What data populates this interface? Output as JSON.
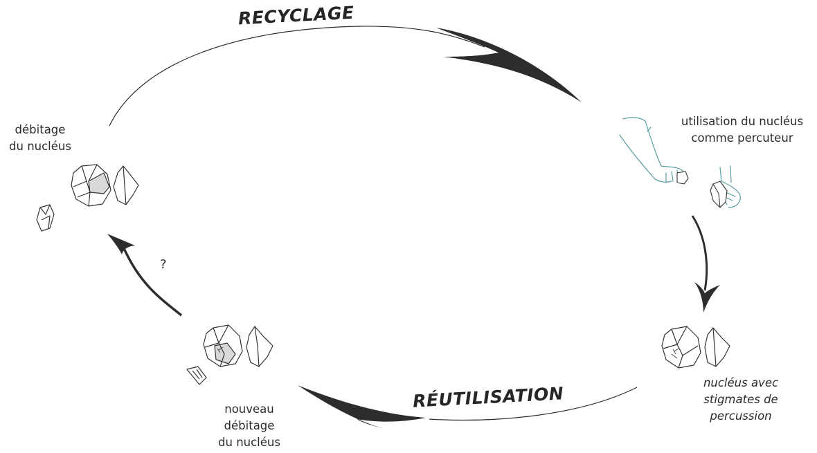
{
  "labels": {
    "recyclage": "RECYCLAGE",
    "reutilisation": "RÉUTILISATION",
    "debitage_line1": "débitage",
    "debitage_line2": "du nucléus",
    "utilisation_line1": "utilisation du nucléus",
    "utilisation_line2": "comme percuteur",
    "stigmates_line1": "nucléus avec",
    "stigmates_line2": "stigmates de",
    "stigmates_line3": "percussion",
    "nouveau_line1": "nouveau",
    "nouveau_line2": "débitage",
    "nouveau_line3": "du nucléus",
    "question_mark": "?"
  },
  "colors": {
    "arrow": "#2d2d30",
    "outline": "#333333",
    "shade": "#d9d9d9",
    "hand": "#5a9ea0"
  }
}
